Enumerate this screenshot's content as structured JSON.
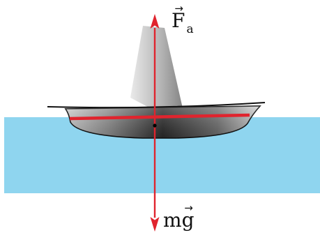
{
  "labels": {
    "buoyant_force": {
      "symbol": "F",
      "subscript": "a",
      "vector_mark": "→"
    },
    "gravity_force": {
      "prefix": "m",
      "symbol": "g",
      "vector_mark": "→"
    }
  },
  "colors": {
    "water": "#8fd5ef",
    "force_arrow": "#e0242e",
    "waterline": "#e0242e",
    "hull_dark": "#1c1c1c",
    "hull_light": "#9a9a9a",
    "sail_light": "#e4e4e4",
    "sail_dark": "#8a8a8a",
    "outline": "#111111",
    "center_point": "#000000"
  }
}
